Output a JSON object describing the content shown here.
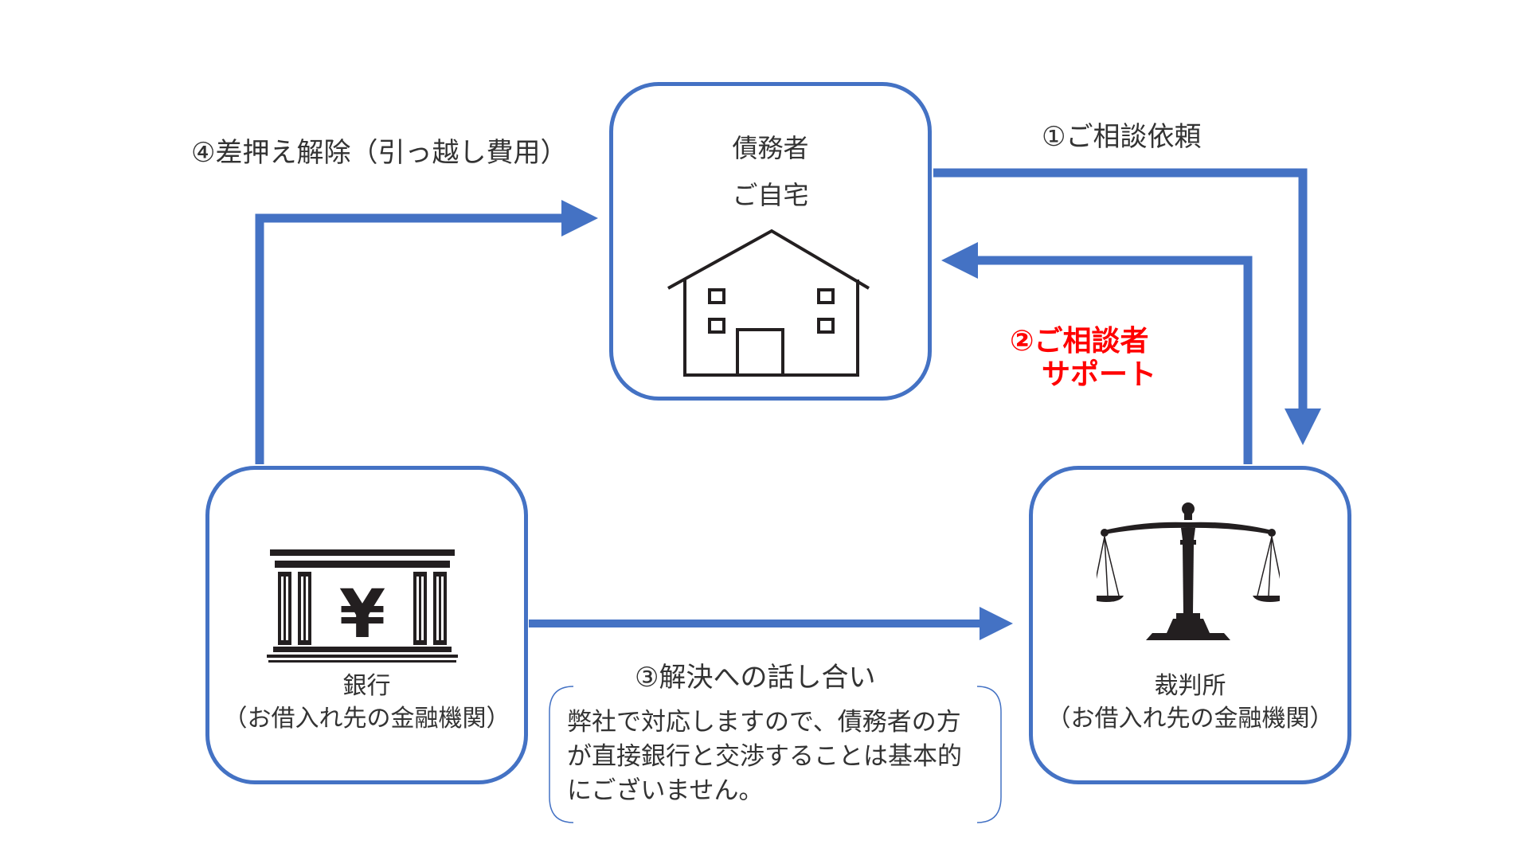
{
  "colors": {
    "accent": "#4472C4",
    "support": "#FF0000",
    "text": "#333333",
    "icon": "#231F20"
  },
  "nodes": {
    "home": {
      "line1": "債務者",
      "line2": "ご自宅",
      "icon": "house-icon"
    },
    "bank": {
      "line1": "銀行",
      "line2": "（お借入れ先の金融機関）",
      "icon": "bank-yen-icon",
      "symbol": "¥"
    },
    "court": {
      "line1": "裁判所",
      "line2": "（お借入れ先の金融機関）",
      "icon": "scales-icon"
    }
  },
  "steps": {
    "step1": "①ご相談依頼",
    "step2_line1": "②ご相談者",
    "step2_line2": "サポート",
    "step3": "③解決への話し合い",
    "step4": "④差押え解除（引っ越し費用）"
  },
  "note": {
    "line1": "弊社で対応しますので、債務者の方",
    "line2": "が直接銀行と交渉することは基本的",
    "line3": "にございません。"
  }
}
